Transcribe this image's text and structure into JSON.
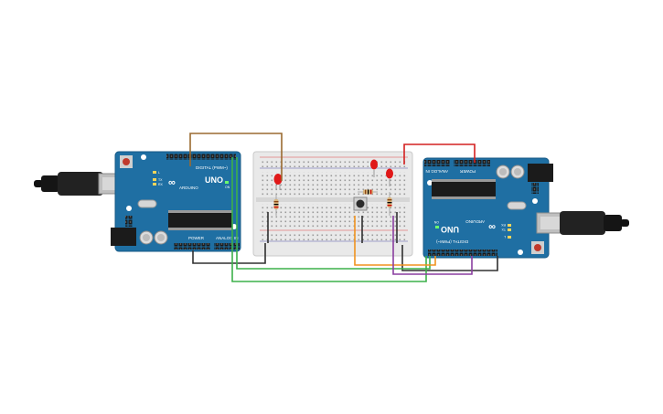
{
  "boards": {
    "left": {
      "model": "UNO",
      "brand": "ARDUINO",
      "digital_header": "DIGITAL (PWM~)",
      "power_header": "POWER",
      "analog_header": "ANALOG IN",
      "led_tx": "TX",
      "led_rx": "RX",
      "led_l": "L",
      "led_on": "ON"
    },
    "right": {
      "model": "UNO",
      "brand": "ARDUINO",
      "digital_header": "DIGITAL (PWM~)",
      "power_header": "POWER",
      "analog_header": "ANALOG IN",
      "led_tx": "TX",
      "led_rx": "RX",
      "led_l": "L",
      "led_on": "ON"
    }
  },
  "colors": {
    "board": "#1f6fa3",
    "board_edge": "#175a86",
    "breadboard": "#e6e6e6",
    "wire_brown": "#9a6a30",
    "wire_red": "#d42020",
    "wire_black": "#303030",
    "wire_green": "#3cb04a",
    "wire_orange": "#f0921e",
    "wire_purple": "#8a3fa0",
    "led_red": "#e01818",
    "usb_cable": "#222222"
  }
}
